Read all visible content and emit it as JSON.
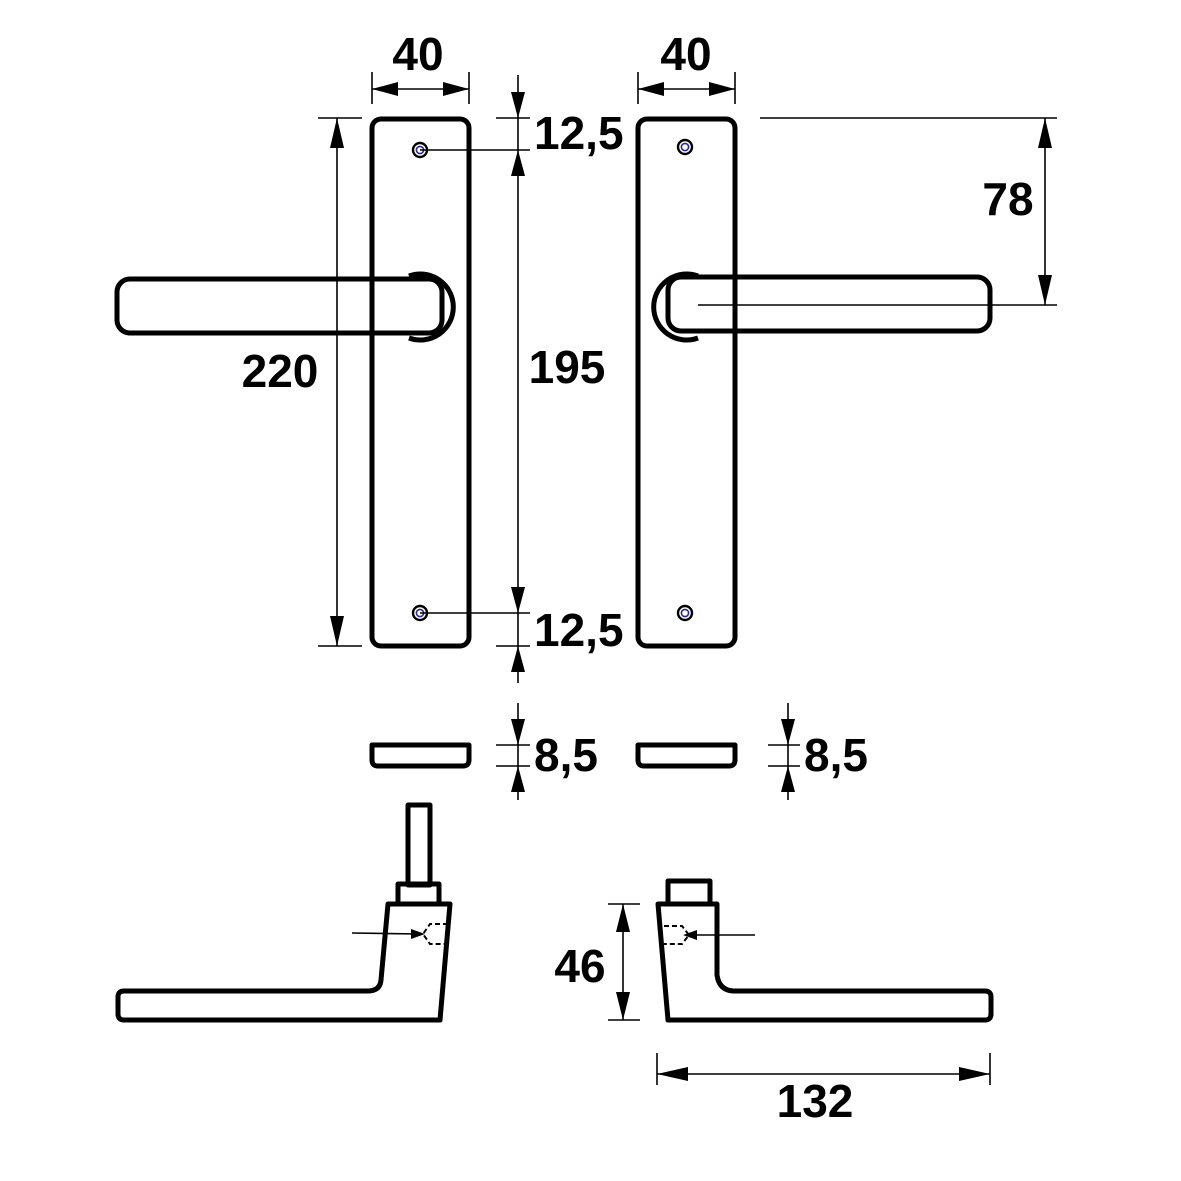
{
  "dimensions": {
    "left_plate_width": "40",
    "right_plate_width": "40",
    "top_hole_offset": "12,5",
    "bottom_hole_offset": "12,5",
    "hole_spacing": "195",
    "plate_height": "220",
    "handle_height_from_top": "78",
    "left_plate_thickness": "8,5",
    "right_plate_thickness": "8,5",
    "handle_depth": "46",
    "handle_length": "132"
  },
  "colors": {
    "line": "#000000",
    "hole_inner": "#2a2a8a",
    "background": "#ffffff"
  }
}
